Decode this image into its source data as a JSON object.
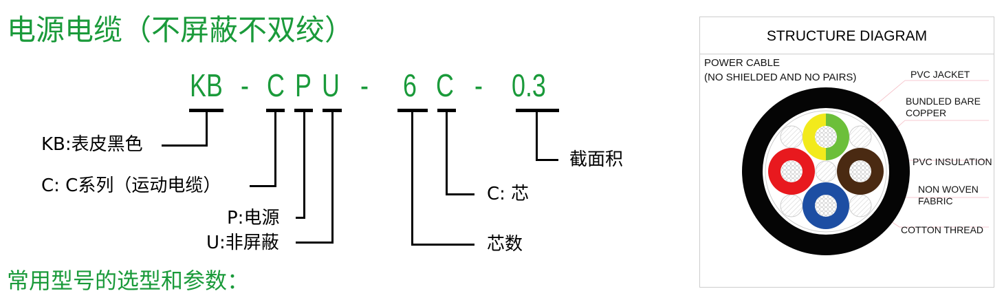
{
  "title": "电源电缆（不屏蔽不双绞）",
  "subtitle": "常用型号的选型和参数：",
  "code": {
    "kb": "KB",
    "d1": "-",
    "c": "C",
    "p": "P",
    "u": "U",
    "d2": "-",
    "n": "6",
    "c2": "C",
    "d3": "-",
    "size": "0.3"
  },
  "labels": {
    "kb": "KB:表皮黑色",
    "c": "C: C系列（运动电缆）",
    "p": "P:电源",
    "u": "U:非屏蔽",
    "cores": "芯数",
    "c2": "C: 芯",
    "size": "截面积"
  },
  "diagram": {
    "title": "STRUCTURE  DIAGRAM",
    "cable_line1": "POWER CABLE",
    "cable_line2": "(NO SHIELDED AND NO PAIRS)",
    "parts": {
      "jacket": "PVC JACKET",
      "copper1": "BUNDLED BARE",
      "copper2": "COPPER",
      "insulation": "PVC INSULATION",
      "fabric1": "NON WOVEN",
      "fabric2": "FABRIC",
      "thread": "COTTON THREAD"
    },
    "colors": {
      "jacket": "#000000",
      "yellow": "#f2ea1c",
      "green": "#6cbf3a",
      "red": "#e8191e",
      "brown": "#4a2a12",
      "blue": "#1d4ea3",
      "accent_green": "#1a9a3a"
    }
  }
}
